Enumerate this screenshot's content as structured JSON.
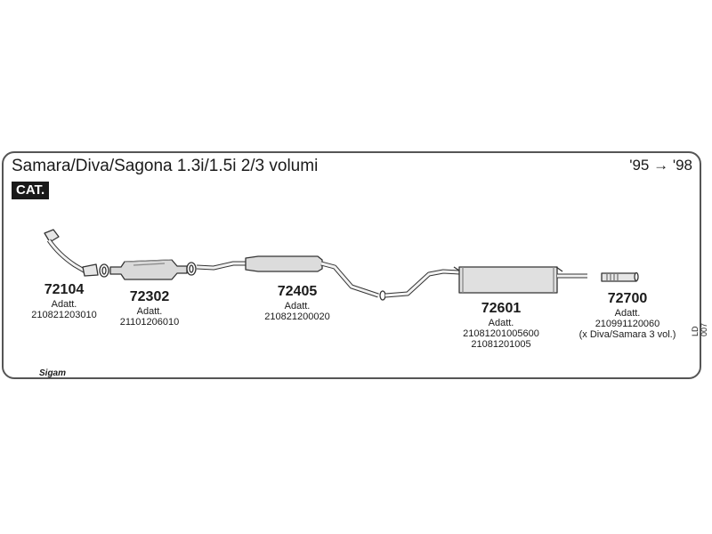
{
  "header": {
    "title": "Samara/Diva/Sagona 1.3i/1.5i 2/3 volumi",
    "years": "'95 → '98",
    "badge": "CAT."
  },
  "parts": [
    {
      "code": "72104",
      "label": "Adatt.",
      "numbers": [
        "210821203010"
      ]
    },
    {
      "code": "72302",
      "label": "Adatt.",
      "numbers": [
        "21101206010"
      ]
    },
    {
      "code": "72405",
      "label": "Adatt.",
      "numbers": [
        "210821200020"
      ]
    },
    {
      "code": "72601",
      "label": "Adatt.",
      "numbers": [
        "21081201005600",
        "21081201005"
      ]
    },
    {
      "code": "72700",
      "label": "Adatt.",
      "numbers": [
        "210991120060",
        "(x Diva/Samara 3 vol.)"
      ]
    }
  ],
  "footer": {
    "doc_ref": "LD 007",
    "brand": "Sigam"
  },
  "colors": {
    "line": "#333333",
    "badge_bg": "#1a1a1a"
  }
}
